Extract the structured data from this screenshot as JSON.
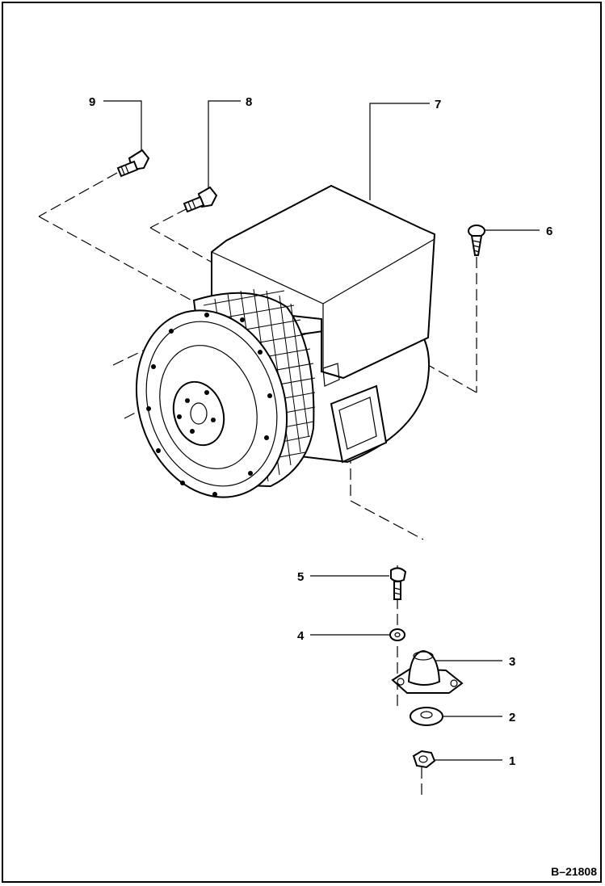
{
  "figure": {
    "reference": "B–21808",
    "callouts": [
      {
        "id": "callout-1",
        "label": "1"
      },
      {
        "id": "callout-2",
        "label": "2"
      },
      {
        "id": "callout-3",
        "label": "3"
      },
      {
        "id": "callout-4",
        "label": "4"
      },
      {
        "id": "callout-5",
        "label": "5"
      },
      {
        "id": "callout-6",
        "label": "6"
      },
      {
        "id": "callout-7",
        "label": "7"
      },
      {
        "id": "callout-8",
        "label": "8"
      },
      {
        "id": "callout-9",
        "label": "9"
      }
    ]
  }
}
